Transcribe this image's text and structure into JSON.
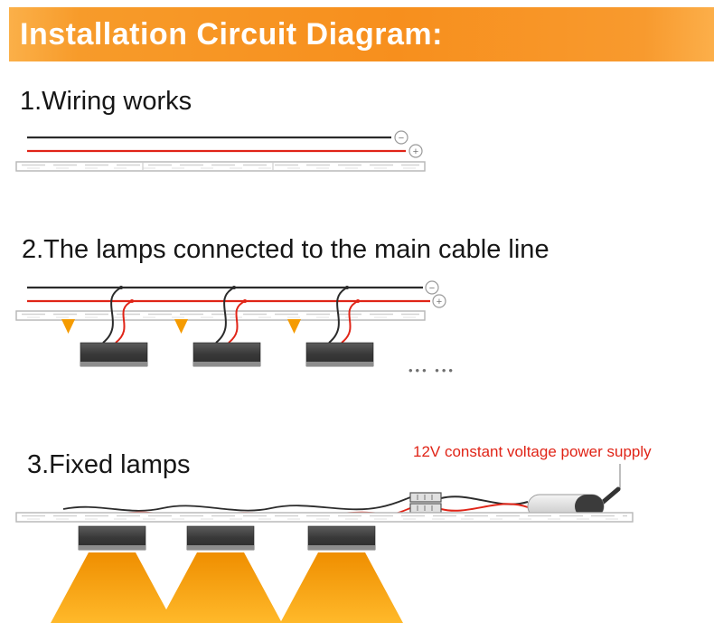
{
  "banner": {
    "title": "Installation Circuit Diagram:",
    "bg_color": "#F7941D",
    "text_color": "#FFFFFF"
  },
  "sections": {
    "wiring": {
      "heading": "1.Wiring works"
    },
    "lamps_connected": {
      "heading": "2.The lamps connected to the main cable line",
      "continuation_dots": "••• •••"
    },
    "fixed_lamps": {
      "heading": "3.Fixed lamps",
      "power_supply_label": "12V constant voltage power supply",
      "label_color": "#E02417"
    }
  },
  "symbols": {
    "negative_terminal": "−",
    "positive_terminal": "+"
  },
  "colors": {
    "wire_negative": "#2B2B2B",
    "wire_positive": "#E02417",
    "lamp_body": "#3C3C3C",
    "beam": "#F59B00",
    "track_outline": "#B5B5B5"
  }
}
